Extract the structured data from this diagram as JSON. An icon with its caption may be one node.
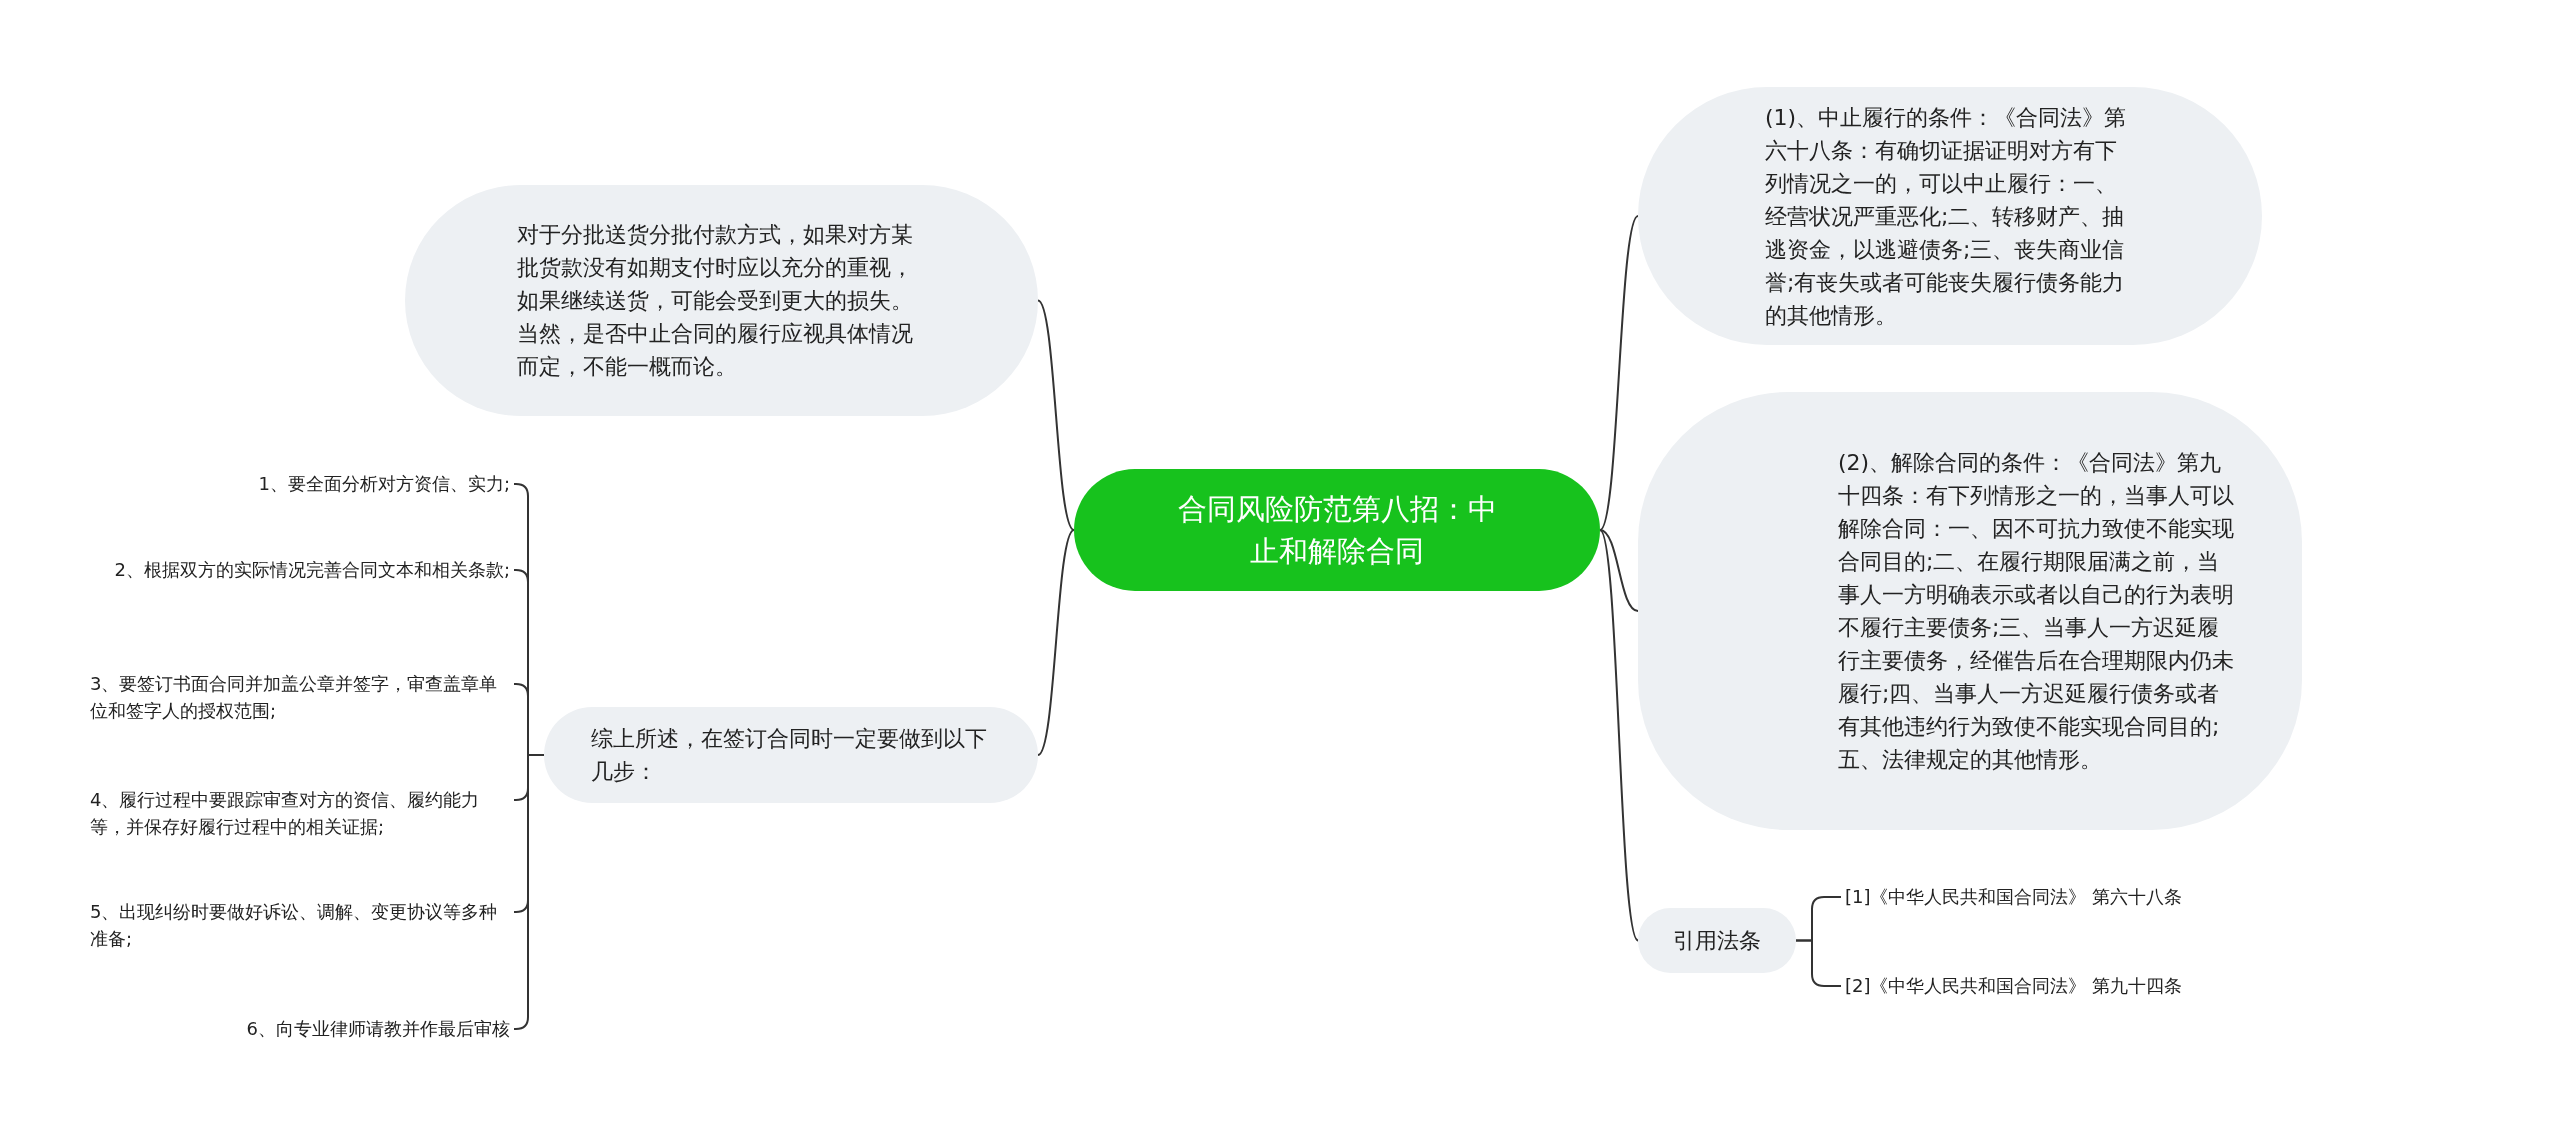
{
  "diagram": {
    "nodes": [
      {
        "text": [
          "合同风险防范第八招：中止和解除合同"
        ]
      },
      {
        "text": [
          "对于分批送货分批付款方式，如果对方某批货款没有如期支付时应以充分的重视，如果继续送货，可能会受到更大的损失。当然，是否中止合同的履行应视具体情况而定，不能一概而论。"
        ]
      },
      {
        "text": [
          "综上所述，在签订合同时一定要做到以下几步："
        ]
      },
      {
        "text": [
          "1、要全面分析对方资信、实力;"
        ]
      },
      {
        "text": [
          "2、根据双方的实际情况完善合同文本和相关条款;"
        ]
      },
      {
        "text": [
          "3、要签订书面合同并加盖公章并签字，审查盖章单位和签字人的授权范围;"
        ]
      },
      {
        "text": [
          "4、履行过程中要跟踪审查对方的资信、履约能力等，并保存好履行过程中的相关证据;"
        ]
      },
      {
        "text": [
          "5、出现纠纷时要做好诉讼、调解、变更协议等多种准备;"
        ]
      },
      {
        "text": [
          "6、向专业律师请教并作最后审核"
        ]
      },
      {
        "text": [
          "(1)、中止履行的条件：《合同法》第六十八条：有确切证据证明对方有下列情况之一的，可以中止履行：一、经营状况严重恶化;二、转移财产、抽逃资金，以逃避债务;三、丧失商业信誉;有丧失或者可能丧失履行债务能力的其他情形。"
        ]
      },
      {
        "text": [
          "(2)、解除合同的条件：《合同法》第九十四条：有下列情形之一的，当事人可以解除合同：一、因不可抗力致使不能实现合同目的;二、在履行期限届满之前，当事人一方明确表示或者以自己的行为表明不履行主要债务;三、当事人一方迟延履行主要债务，经催告后在合理期限内仍未履行;四、当事人一方迟延履行债务或者有其他违约行为致使不能实现合同目的;五、法律规定的其他情形。"
        ]
      },
      {
        "text": [
          "引用法条"
        ]
      },
      {
        "text": [
          "[1]《中华人民共和国合同法》 第六十八条"
        ]
      },
      {
        "text": [
          "[2]《中华人民共和国合同法》 第九十四条"
        ]
      }
    ],
    "edges": [
      {
        "from": 0,
        "to": 1,
        "arrow": "none"
      },
      {
        "from": 0,
        "to": 2,
        "arrow": "none"
      },
      {
        "from": 2,
        "to": 3,
        "arrow": "none"
      },
      {
        "from": 2,
        "to": 4,
        "arrow": "none"
      },
      {
        "from": 2,
        "to": 5,
        "arrow": "none"
      },
      {
        "from": 2,
        "to": 6,
        "arrow": "none"
      },
      {
        "from": 2,
        "to": 7,
        "arrow": "none"
      },
      {
        "from": 2,
        "to": 8,
        "arrow": "none"
      },
      {
        "from": 0,
        "to": 9,
        "arrow": "none"
      },
      {
        "from": 0,
        "to": 10,
        "arrow": "none"
      },
      {
        "from": 0,
        "to": 11,
        "arrow": "none"
      },
      {
        "from": 11,
        "to": 12,
        "arrow": "none"
      },
      {
        "from": 11,
        "to": 13,
        "arrow": "none"
      }
    ]
  }
}
